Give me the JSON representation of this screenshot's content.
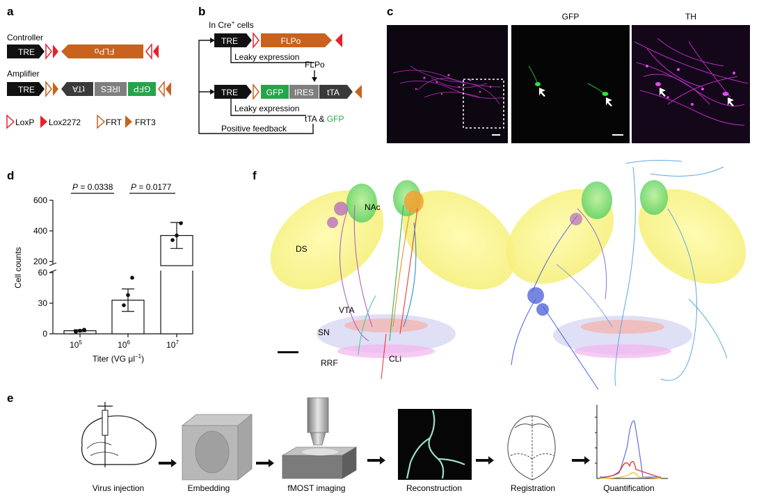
{
  "panels": {
    "a": "a",
    "b": "b",
    "c": "c",
    "d": "d",
    "e": "e",
    "f": "f"
  },
  "panel_a": {
    "controller_label": "Controller",
    "amplifier_label": "Amplifier",
    "tre": "TRE",
    "flpo_flipped": "FLPo",
    "ires": "IRES",
    "gfp": "GFP",
    "tta": "tTA",
    "legend": [
      "LoxP",
      "Lox2272",
      "FRT",
      "FRT3"
    ],
    "colors": {
      "red": "#e8202a",
      "orange": "#c8621c",
      "green": "#26a44a",
      "gray": "#7f7f7f",
      "dark": "#3a3a3a"
    }
  },
  "panel_b": {
    "title_prefix": "In Cre",
    "title_sup": "+",
    "title_suffix": " cells",
    "tre": "TRE",
    "flpo": "FLPo",
    "leaky1": "Leaky expression",
    "flpo_product": "FLPo",
    "gfp": "GFP",
    "ires": "IRES",
    "tta": "tTA",
    "leaky2": "Leaky expression",
    "product2_a": "tTA & ",
    "product2_b": "GFP",
    "feedback": "Positive feedback"
  },
  "panel_c": {
    "gfp": "GFP",
    "th": "TH"
  },
  "panel_d": {
    "ylabel": "Cell counts",
    "xlabel": "Titer (VG μl",
    "xlabel_sup": "−1",
    "xlabel_end": ")",
    "p1_label": "P",
    "p1_value": " = 0.0338",
    "p2_label": "P",
    "p2_value": " = 0.0177"
  },
  "chart_data": {
    "type": "bar",
    "categories": [
      "10^5",
      "10^6",
      "10^7"
    ],
    "tick_base": "10",
    "tick_exp": [
      "5",
      "6",
      "7"
    ],
    "values": [
      3,
      33,
      370
    ],
    "sem": [
      1,
      11,
      85
    ],
    "points": [
      [
        2,
        3,
        4
      ],
      [
        28,
        38,
        55
      ],
      [
        340,
        370,
        450
      ]
    ],
    "ylabel": "Cell counts",
    "xlabel": "Titer (VG μl−1)",
    "broken_axis": true,
    "ylim_low": [
      0,
      60
    ],
    "yticks_low": [
      "0",
      "30",
      "60"
    ],
    "ylim_high": [
      200,
      600
    ],
    "yticks_high": [
      "200",
      "400",
      "600"
    ],
    "grid": false
  },
  "panel_e": {
    "steps": [
      "Virus injection",
      "Embedding",
      "fMOST imaging",
      "Reconstruction",
      "Registration",
      "Quantification"
    ]
  },
  "panel_f": {
    "labels": {
      "nac": "NAc",
      "ds": "DS",
      "vta": "VTA",
      "sn": "SN",
      "rrf": "RRF",
      "cli": "CLi"
    }
  }
}
